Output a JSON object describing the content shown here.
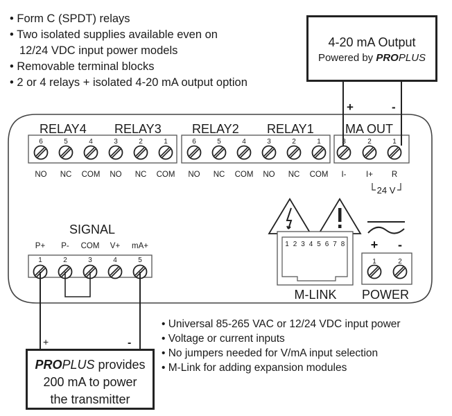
{
  "features_top": [
    "Form C (SPDT) relays",
    "Two isolated supplies available even on",
    "12/24 VDC input power models",
    "Removable terminal blocks",
    "2 or 4 relays + isolated 4-20 mA output option"
  ],
  "features_bottom": [
    "Universal 85-265 VAC or 12/24 VDC input power",
    "Voltage or current inputs",
    "No jumpers needed for V/mA input selection",
    "M-Link for adding expansion modules"
  ],
  "output_box": {
    "line1": "4-20 mA Output",
    "line2_prefix": "Powered by ",
    "brand_bold": "PRO",
    "brand_italic": "PLUS",
    "plus_sign": "+",
    "minus_sign": "-"
  },
  "transmitter_box": {
    "brand_bold": "PRO",
    "brand_italic": "PLUS",
    "line1_suffix": " provides",
    "line2": "200 mA to power",
    "line3": "the transmitter",
    "plus_sign": "+",
    "minus_sign": "-"
  },
  "relays": {
    "group_a": {
      "labels": [
        "RELAY4",
        "RELAY3"
      ]
    },
    "group_b": {
      "labels": [
        "RELAY2",
        "RELAY1"
      ]
    },
    "terminal_numbers": [
      "6",
      "5",
      "4",
      "3",
      "2",
      "1"
    ],
    "terminal_functions": [
      "NO",
      "NC",
      "COM",
      "NO",
      "NC",
      "COM"
    ]
  },
  "ma_out": {
    "title": "MA OUT",
    "terminal_numbers": [
      "3",
      "2",
      "1"
    ],
    "terminal_functions": [
      "I-",
      "I+",
      "R"
    ],
    "voltage_note": "24 V"
  },
  "signal": {
    "title": "SIGNAL",
    "terminal_functions": [
      "P+",
      "P-",
      "COM",
      "V+",
      "mA+"
    ],
    "terminal_numbers": [
      "1",
      "2",
      "3",
      "4",
      "5"
    ]
  },
  "mlink": {
    "label": "M-LINK",
    "pins": [
      "1",
      "2",
      "3",
      "4",
      "5",
      "6",
      "7",
      "8"
    ],
    "warning_icons": [
      "high-voltage-icon",
      "caution-icon"
    ]
  },
  "power": {
    "label": "POWER",
    "terminal_numbers": [
      "1",
      "2"
    ],
    "polarity": [
      "+",
      "-"
    ],
    "ac_symbol": "ac-dc-symbol-icon"
  },
  "colors": {
    "line": "#222222",
    "thin_line": "#555555"
  }
}
